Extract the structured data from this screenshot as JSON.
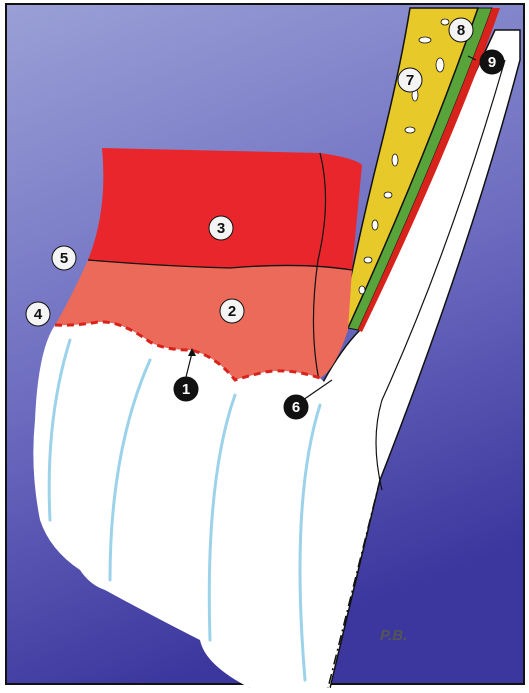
{
  "callouts": [
    {
      "id": "1",
      "style": "dark"
    },
    {
      "id": "2",
      "style": "light"
    },
    {
      "id": "3",
      "style": "light"
    },
    {
      "id": "4",
      "style": "light"
    },
    {
      "id": "5",
      "style": "light"
    },
    {
      "id": "6",
      "style": "dark"
    },
    {
      "id": "7",
      "style": "light"
    },
    {
      "id": "8",
      "style": "light"
    },
    {
      "id": "9",
      "style": "dark"
    }
  ],
  "signature": "P.B.",
  "colors": {
    "background_top": "#8a8fce",
    "background_bottom": "#3f3aa0",
    "gingiva_upper": "#e8262b",
    "gingiva_lower": "#ec6a5a",
    "bone": "#e8c92a",
    "membrane": "#58a43a",
    "enamel": "#ffffff",
    "enamel_edge": "#9cd2ea",
    "margin_dashes": "#d8231c"
  }
}
